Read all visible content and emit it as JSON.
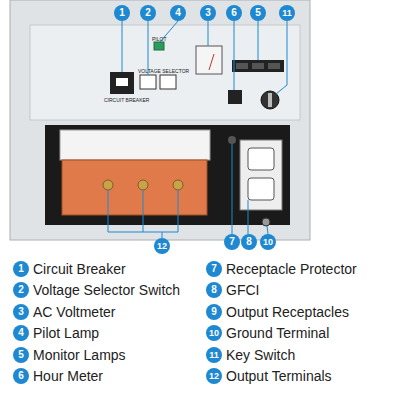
{
  "diagram": {
    "labels": [
      "1",
      "2",
      "4",
      "3",
      "6",
      "5",
      "11",
      "CIRCUIT BREAKER",
      "PILOT",
      "VOLTAGE SELECTOR",
      "12",
      "7",
      "8",
      "10",
      "1",
      "Circuit Breaker",
      "7",
      "Receptacle Protector",
      "2",
      "Voltage Selector Switch",
      "8",
      "GFCI",
      "3",
      "AC Voltmeter",
      "9",
      "Output Receptacles",
      "4",
      "Pilot Lamp",
      "10",
      "Ground Terminal",
      "5",
      "Monitor Lamps",
      "11",
      "Key Switch",
      "6",
      "Hour Meter",
      "12",
      "Output Terminals"
    ]
  }
}
